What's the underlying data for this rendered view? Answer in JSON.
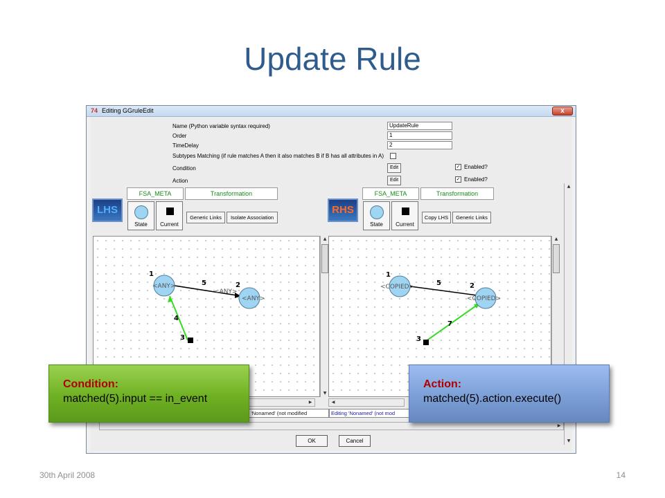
{
  "slide": {
    "title": "Update Rule",
    "footer_date": "30th April 2008",
    "page_number": "14"
  },
  "window": {
    "title": "Editing GGruleEdit",
    "app_icon": "74",
    "close_label": "x",
    "fields": [
      {
        "label": "Name (Python variable syntax required)",
        "value": "UpdateRule"
      },
      {
        "label": "Order",
        "value": "1"
      },
      {
        "label": "TimeDelay",
        "value": "2"
      }
    ],
    "subtypes_label": "Subtypes Matching (if rule matches A then it also matches B if B has all attributes in A)",
    "subtypes_checked": false,
    "condition": {
      "label": "Condition",
      "edit": "Edit",
      "enabled_label": "Enabled?",
      "enabled": true
    },
    "action": {
      "label": "Action",
      "edit": "Edit",
      "enabled_label": "Enabled?",
      "enabled": true
    },
    "lhs": {
      "logo": "LHS",
      "meta_tab": "FSA_META",
      "transform_tab": "Transformation",
      "state_btn": "State",
      "current_btn": "Current",
      "btn1": "Generic Links",
      "btn2": "Isolate Association",
      "node_any": "<ANY>",
      "node_any2": "<ANY>",
      "node_any3": "<ANY>",
      "label_1": "1",
      "label_2": "2",
      "label_3": "3",
      "label_4": "4",
      "label_5": "5",
      "status": "n. 'Nonamed' (not modified"
    },
    "rhs": {
      "logo": "RHS",
      "meta_tab": "FSA_META",
      "transform_tab": "Transformation",
      "state_btn": "State",
      "current_btn": "Current",
      "btn1": "Copy LHS",
      "btn2": "Generic Links",
      "node_copied": "<COPIED>",
      "node_copied2": "<COPIED>",
      "label_1": "1",
      "label_2": "2",
      "label_3": "3",
      "label_5": "5",
      "label_7": "7",
      "status": "Editing 'Nonamed' (not mod"
    },
    "ok": "OK",
    "cancel": "Cancel"
  },
  "callouts": {
    "condition": {
      "head": "Condition:",
      "body": "matched(5).input == in_event"
    },
    "action": {
      "head": "Action:",
      "body": "matched(5).action.execute()"
    }
  },
  "colors": {
    "title": "#2f5b8d",
    "condition_callout": "#6fb023",
    "action_callout": "#7b9fd6",
    "node_fill": "#9fd4f2",
    "green_link": "#33dd22"
  }
}
